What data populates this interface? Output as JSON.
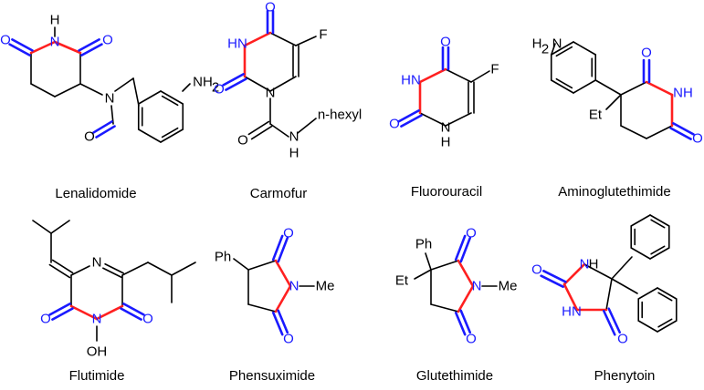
{
  "colors": {
    "bond": "#000000",
    "oxygen": "#1a1aff",
    "nitrogen": "#1a1aff",
    "imide_bond": "#ff2020",
    "text": "#000000"
  },
  "molecules": [
    {
      "name": "Lenalidomide",
      "atoms": {
        "nh": "H",
        "n1": "N",
        "o1": "O",
        "o2": "O",
        "n2": "N",
        "o3": "O",
        "nh2": "NH",
        "nh2sub": "2"
      }
    },
    {
      "name": "Carmofur",
      "atoms": {
        "hn": "HN",
        "f": "F",
        "o1": "O",
        "o2": "O",
        "n1": "N",
        "o3": "O",
        "n2": "N",
        "h": "H",
        "hexyl": "n-hexyl"
      }
    },
    {
      "name": "Fluorouracil",
      "atoms": {
        "o1": "O",
        "hn": "HN",
        "f": "F",
        "o2": "O",
        "n": "N",
        "h": "H"
      }
    },
    {
      "name": "Aminoglutethimide",
      "atoms": {
        "h2n": "H",
        "h2nsub": "2",
        "h2nN": "N",
        "o1": "O",
        "nh": "NH",
        "et": "Et",
        "o2": "O"
      }
    },
    {
      "name": "Flutimide",
      "atoms": {
        "n1": "N",
        "o1": "O",
        "n2": "N",
        "o2": "O",
        "oh": "OH"
      }
    },
    {
      "name": "Phensuximide",
      "atoms": {
        "ph": "Ph",
        "o1": "O",
        "n": "N",
        "me": "Me",
        "o2": "O"
      }
    },
    {
      "name": "Glutethimide",
      "atoms": {
        "ph": "Ph",
        "et": "Et",
        "o1": "O",
        "n": "N",
        "me": "Me",
        "o2": "O"
      }
    },
    {
      "name": "Phenytoin",
      "atoms": {
        "o1": "O",
        "n1": "N",
        "h1": "H",
        "hn": "HN",
        "o2": "O"
      }
    }
  ]
}
